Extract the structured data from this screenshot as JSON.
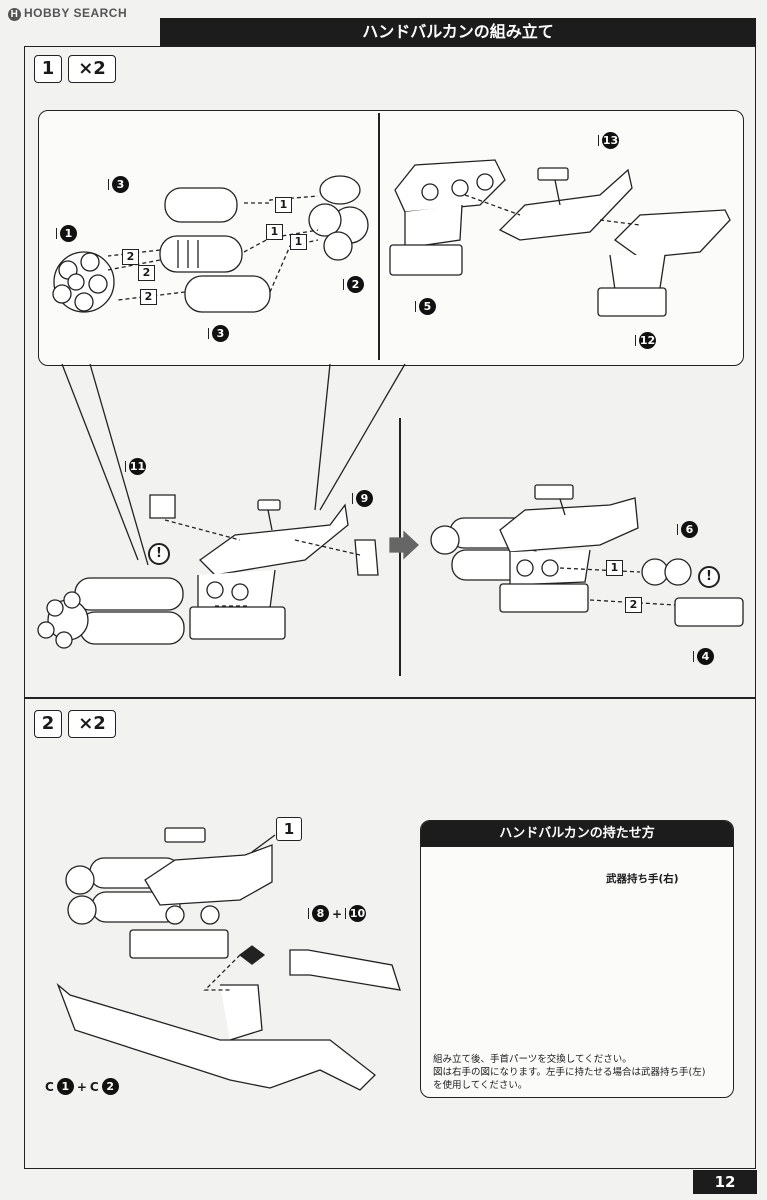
{
  "watermark": "HOBBY SEARCH",
  "watermark_logo": "H",
  "section_title": "ハンドバルカンの組み立て",
  "steps": [
    {
      "number": "1",
      "qty": "×2"
    },
    {
      "number": "2",
      "qty": "×2"
    }
  ],
  "part_numbers": {
    "p1": "1",
    "p2": "2",
    "p3": "3",
    "p4": "4",
    "p5": "5",
    "p6": "6",
    "p8": "8",
    "p9": "9",
    "p10": "10",
    "p11": "11",
    "p12": "12",
    "p13": "13"
  },
  "order_labels": {
    "one": "1",
    "two": "2"
  },
  "warning_mark": "!",
  "runner_c": "C",
  "plus": "+",
  "step2_callout": "1",
  "how_to_hold": {
    "title": "ハンドバルカンの持たせ方",
    "hand_label": "武器持ち手(右)",
    "note_lines": [
      "組み立て後、手首パーツを交換してください。",
      "図は右手の図になります。左手に持たせる場合は武器持ち手(左)",
      "を使用してください。"
    ]
  },
  "page_number": "12"
}
